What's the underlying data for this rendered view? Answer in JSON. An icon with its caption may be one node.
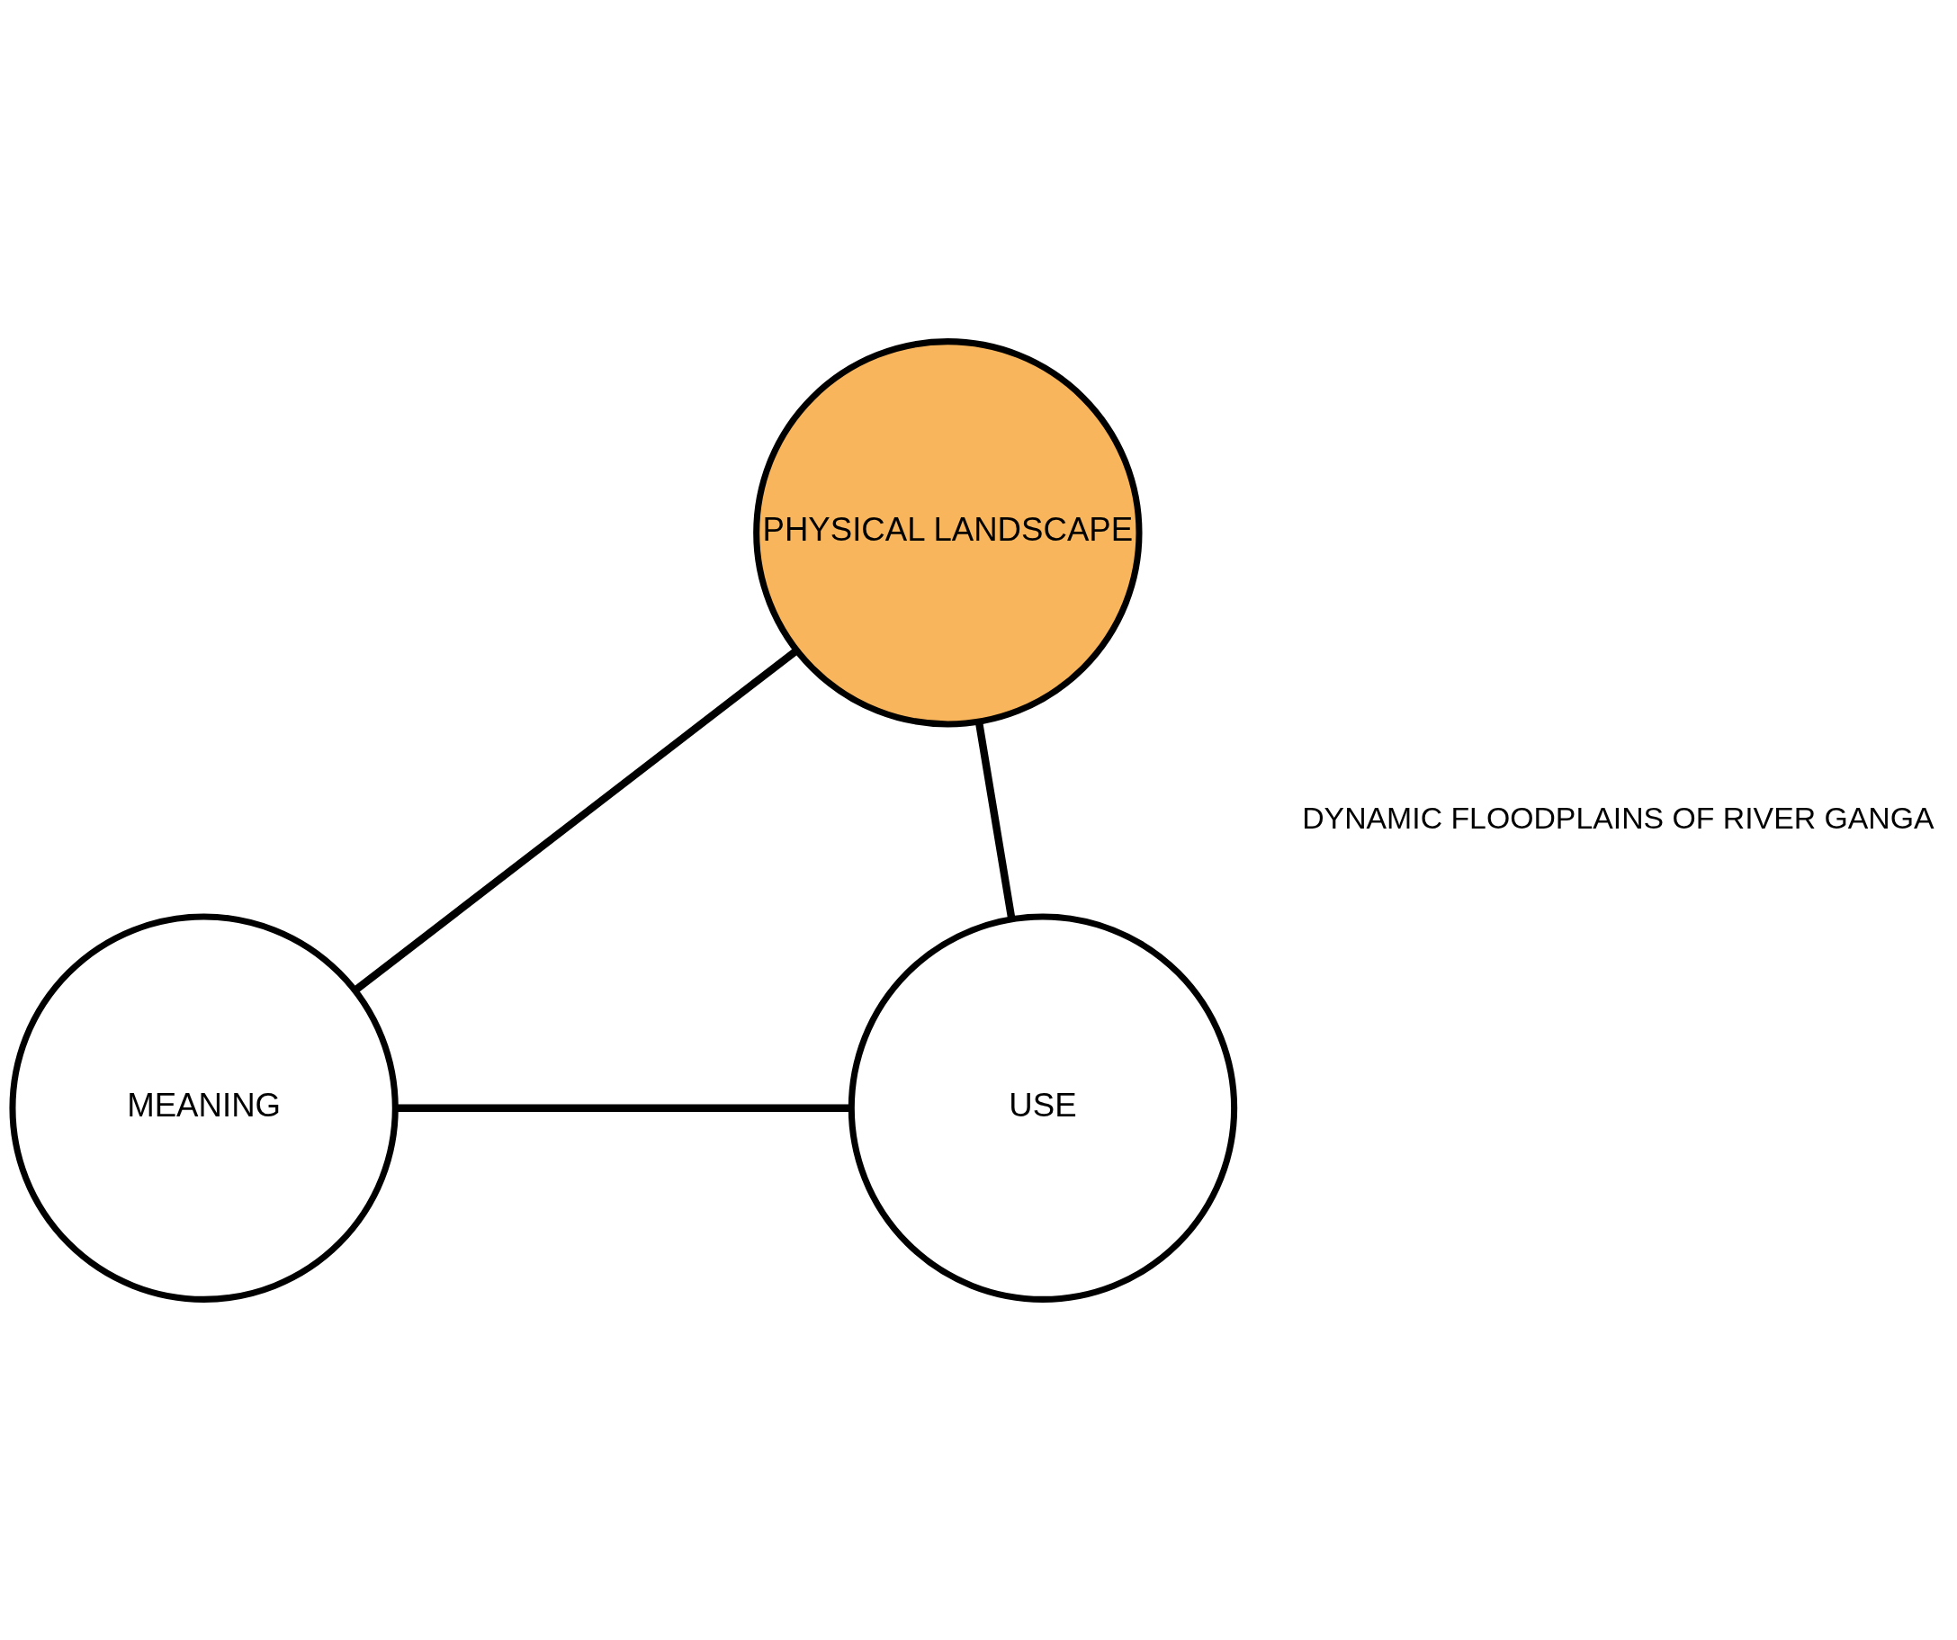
{
  "diagram": {
    "nodes": [
      {
        "text": [
          "PHYSICAL LANDSCAPE"
        ]
      },
      {
        "text": [
          "MEANING"
        ]
      },
      {
        "text": [
          "USE"
        ]
      }
    ],
    "edges": [
      {
        "from": 0,
        "to": 1,
        "arrow": "none"
      },
      {
        "from": 0,
        "to": 2,
        "arrow": "none"
      },
      {
        "from": 1,
        "to": 2,
        "arrow": "none"
      }
    ],
    "labels": [
      "DYNAMIC FLOODPLAINS OF RIVER GANGA"
    ]
  }
}
